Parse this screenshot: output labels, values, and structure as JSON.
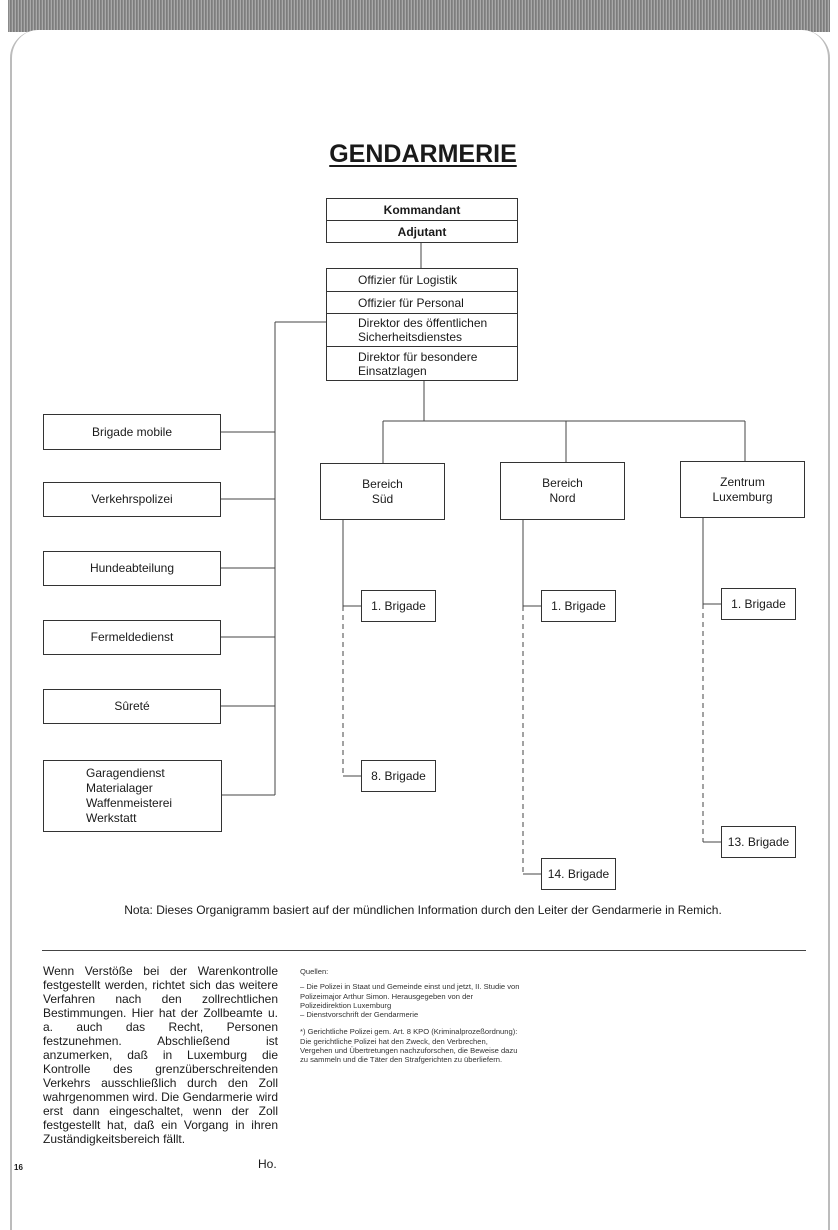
{
  "title": "GENDARMERIE",
  "chart": {
    "top": {
      "kommandant": "Kommandant",
      "adjutant": "Adjutant"
    },
    "staff": [
      "Offizier für Logistik",
      "Offizier für Personal",
      "Direktor des öffentlichen Sicherheitsdienstes",
      "Direktor für besondere Einsatzlagen"
    ],
    "services": [
      "Brigade mobile",
      "Verkehrspolizei",
      "Hundeabteilung",
      "Fermeldedienst",
      "Sûreté",
      "Garagendienst\nMaterialager\nWaffenmeisterei\nWerkstatt"
    ],
    "regions": [
      {
        "name": "Bereich\nSüd",
        "first": "1. Brigade",
        "last": "8. Brigade"
      },
      {
        "name": "Bereich\nNord",
        "first": "1. Brigade",
        "last": "14. Brigade"
      },
      {
        "name": "Zentrum\nLuxemburg",
        "first": "1. Brigade",
        "last": "13. Brigade"
      }
    ]
  },
  "nota": "Nota: Dieses Organigramm basiert auf der mündlichen Information durch den Leiter der Gendarmerie in Remich.",
  "body_text": "Wenn Verstöße bei der Warenkontrolle festgestellt werden, richtet sich das weitere Verfahren nach den zollrechtlichen Bestimmungen. Hier hat der Zollbeamte u. a. auch das Recht, Personen festzunehmen. Abschließend ist anzumerken, daß in Luxemburg die Kontrolle des grenzüberschreitenden Verkehrs ausschließlich durch den Zoll wahrgenommen wird. Die Gendarmerie wird erst dann eingeschaltet, wenn der Zoll festgestellt hat, daß ein Vorgang in ihren Zuständigkeitsbereich fällt.",
  "author": "Ho.",
  "page_number": "16",
  "sources": {
    "heading": "Quellen:",
    "items": [
      "– Die Polizei in Staat und Gemeinde einst und jetzt, II. Studie von Polizeimajor Arthur Simon. Herausgegeben von der Polizeidirektion Luxemburg",
      "– Dienstvorschrift der Gendarmerie"
    ],
    "footnote": "*) Gerichtliche Polizei gem. Art. 8 KPO (Kriminalprozeßordnung): Die gerichtliche Polizei hat den Zweck, den Verbrechen, Vergehen und Übertretungen nachzuforschen, die Beweise dazu zu sammeln und die Täter den Strafgerichten zu überliefern."
  }
}
